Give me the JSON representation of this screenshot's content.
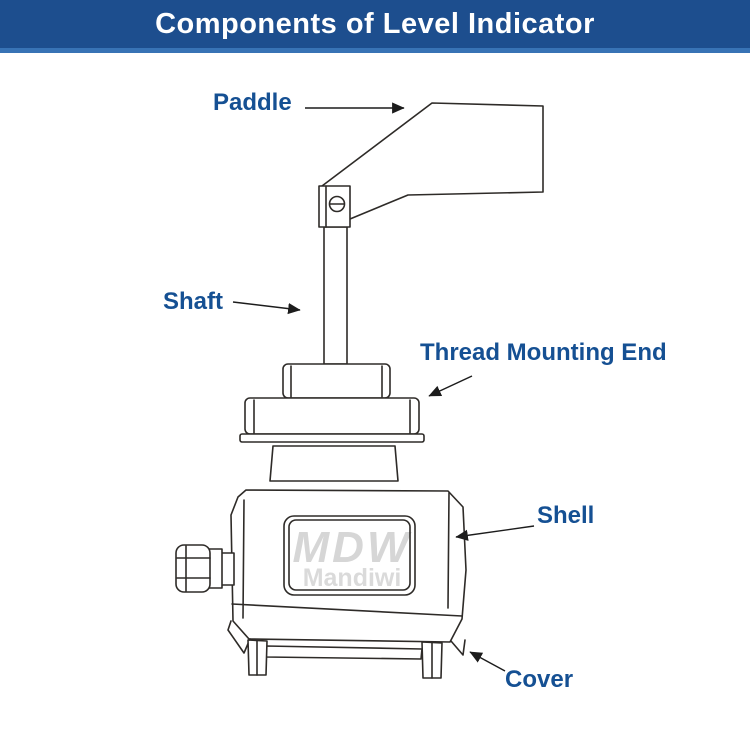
{
  "header": {
    "title": "Components of Level Indicator",
    "bg_color": "#1d4e8e",
    "accent_color": "#3873b5",
    "text_color": "#ffffff"
  },
  "diagram": {
    "label_color": "#155093",
    "line_color": "#2e2b28",
    "labels": [
      {
        "id": "paddle",
        "text": "Paddle"
      },
      {
        "id": "shaft",
        "text": "Shaft"
      },
      {
        "id": "thread-mounting-end",
        "text": "Thread Mounting End"
      },
      {
        "id": "shell",
        "text": "Shell"
      },
      {
        "id": "cover",
        "text": "Cover"
      }
    ],
    "watermark": {
      "logo": "MDW",
      "name": "Mandiwi",
      "color": "#d6d6d6"
    }
  }
}
